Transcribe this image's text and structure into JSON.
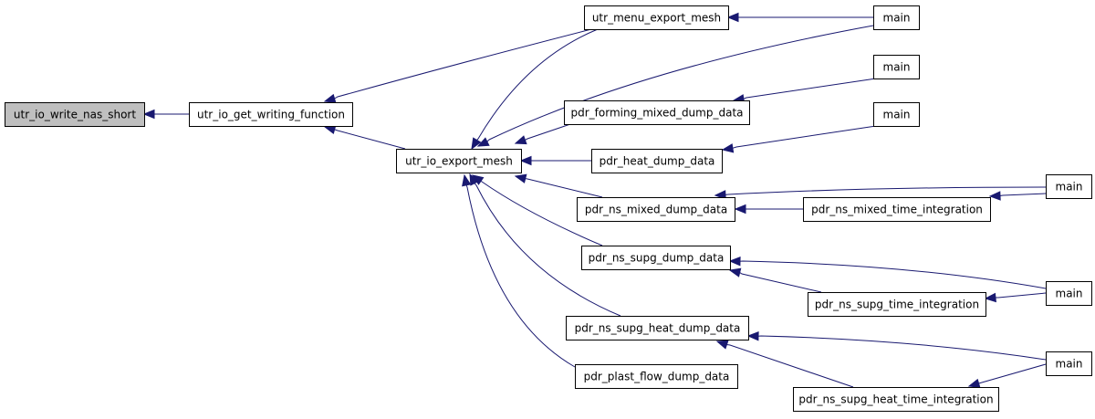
{
  "graph": {
    "nodes": [
      {
        "id": "n0",
        "label": "utr_io_write_nas_short",
        "root": true
      },
      {
        "id": "n1",
        "label": "utr_io_get_writing_function"
      },
      {
        "id": "n2",
        "label": "utr_menu_export_mesh"
      },
      {
        "id": "n3",
        "label": "utr_io_export_mesh"
      },
      {
        "id": "n4",
        "label": "main"
      },
      {
        "id": "n5",
        "label": "pdr_forming_mixed_dump_data"
      },
      {
        "id": "n6",
        "label": "main"
      },
      {
        "id": "n7",
        "label": "pdr_heat_dump_data"
      },
      {
        "id": "n8",
        "label": "main"
      },
      {
        "id": "n9",
        "label": "pdr_ns_mixed_dump_data"
      },
      {
        "id": "n10",
        "label": "pdr_ns_mixed_time_integration"
      },
      {
        "id": "n11",
        "label": "main"
      },
      {
        "id": "n12",
        "label": "pdr_ns_supg_dump_data"
      },
      {
        "id": "n13",
        "label": "pdr_ns_supg_time_integration"
      },
      {
        "id": "n14",
        "label": "main"
      },
      {
        "id": "n15",
        "label": "pdr_ns_supg_heat_dump_data"
      },
      {
        "id": "n16",
        "label": "pdr_plast_flow_dump_data"
      },
      {
        "id": "n17",
        "label": "pdr_ns_supg_heat_time_integration"
      },
      {
        "id": "n18",
        "label": "main"
      }
    ],
    "edges": [
      {
        "from": "n1",
        "to": "n0"
      },
      {
        "from": "n2",
        "to": "n1"
      },
      {
        "from": "n3",
        "to": "n1"
      },
      {
        "from": "n4",
        "to": "n2"
      },
      {
        "from": "n2",
        "to": "n3"
      },
      {
        "from": "n4",
        "to": "n3"
      },
      {
        "from": "n5",
        "to": "n3"
      },
      {
        "from": "n7",
        "to": "n3"
      },
      {
        "from": "n9",
        "to": "n3"
      },
      {
        "from": "n12",
        "to": "n3"
      },
      {
        "from": "n15",
        "to": "n3"
      },
      {
        "from": "n16",
        "to": "n3"
      },
      {
        "from": "n6",
        "to": "n5"
      },
      {
        "from": "n8",
        "to": "n7"
      },
      {
        "from": "n11",
        "to": "n9"
      },
      {
        "from": "n10",
        "to": "n9"
      },
      {
        "from": "n11",
        "to": "n10"
      },
      {
        "from": "n14",
        "to": "n12"
      },
      {
        "from": "n13",
        "to": "n12"
      },
      {
        "from": "n14",
        "to": "n13"
      },
      {
        "from": "n18",
        "to": "n15"
      },
      {
        "from": "n17",
        "to": "n15"
      },
      {
        "from": "n18",
        "to": "n17"
      }
    ]
  }
}
